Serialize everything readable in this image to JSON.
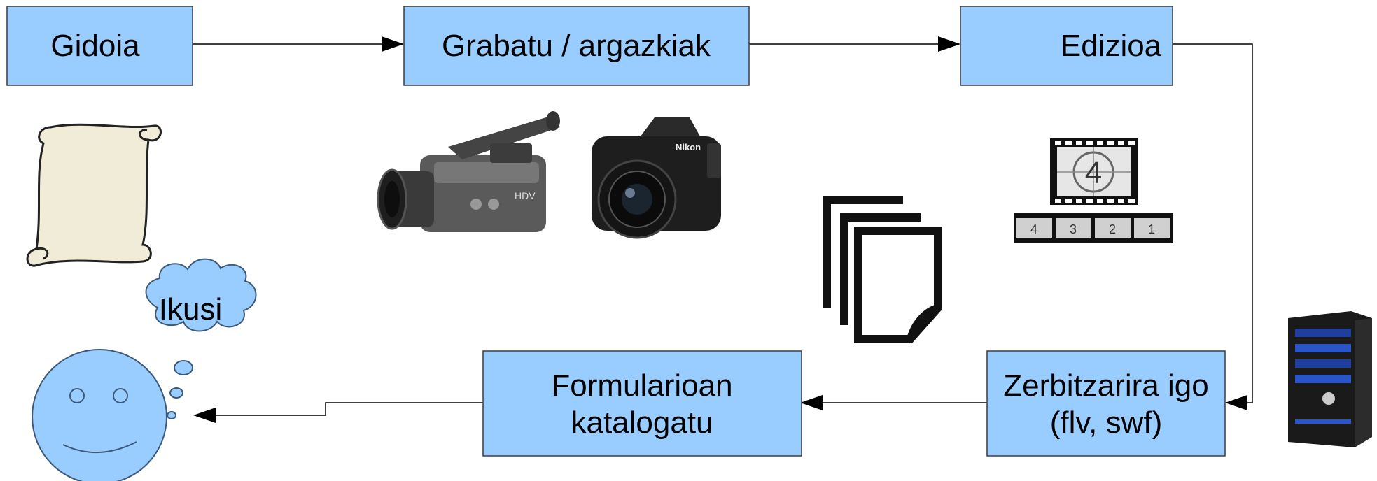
{
  "colors": {
    "box_fill": "#99ccff",
    "box_stroke": "#3c3c3c",
    "arrow": "#000000",
    "cloud_fill": "#99ccff",
    "face_fill": "#99ccff",
    "scroll_fill": "#f0ecd8"
  },
  "steps": {
    "script": "Gidoia",
    "record": "Grabatu / argazkiak",
    "edit": "Edizioa",
    "upload_line1": "Zerbitzarira igo",
    "upload_line2": "(flv, swf)",
    "catalog_line1": "Formularioan",
    "catalog_line2": "katalogatu"
  },
  "thought": {
    "label": "Ikusi"
  },
  "icons": {
    "script": "scroll-icon",
    "video": "video-camera-icon",
    "photo": "photo-camera-icon",
    "documents": "documents-icon",
    "film": "film-countdown-icon",
    "server": "server-icon",
    "viewer": "smiley-face-icon"
  },
  "film_countdown": {
    "big": "4",
    "frames": [
      "4",
      "3",
      "2",
      "1"
    ]
  }
}
